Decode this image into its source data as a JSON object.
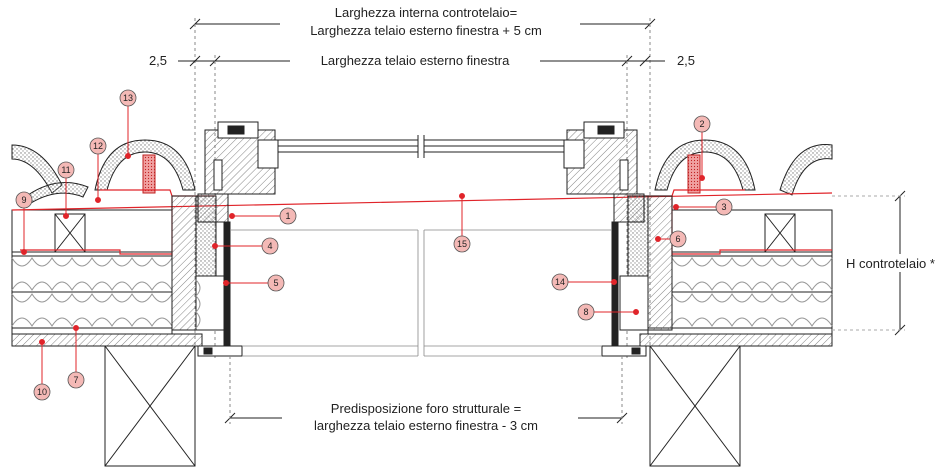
{
  "dimensions": {
    "top_line1": "Larghezza interna controtelaio=",
    "top_line2": "Larghezza telaio esterno finestra + 5 cm",
    "frame_width": "Larghezza telaio esterno finestra",
    "left_gap": "2,5",
    "right_gap": "2,5",
    "height_label": "H controtelaio *",
    "bottom_line1": "Predisposizione foro strutturale =",
    "bottom_line2": "larghezza telaio esterno finestra - 3 cm"
  },
  "callouts": [
    "1",
    "2",
    "3",
    "4",
    "5",
    "6",
    "7",
    "8",
    "9",
    "10",
    "11",
    "12",
    "13",
    "14",
    "15"
  ],
  "colors": {
    "line": "#1a1a1a",
    "accent": "#e0242a",
    "hatch": "#555555",
    "fill_light": "#e6e6e6"
  }
}
